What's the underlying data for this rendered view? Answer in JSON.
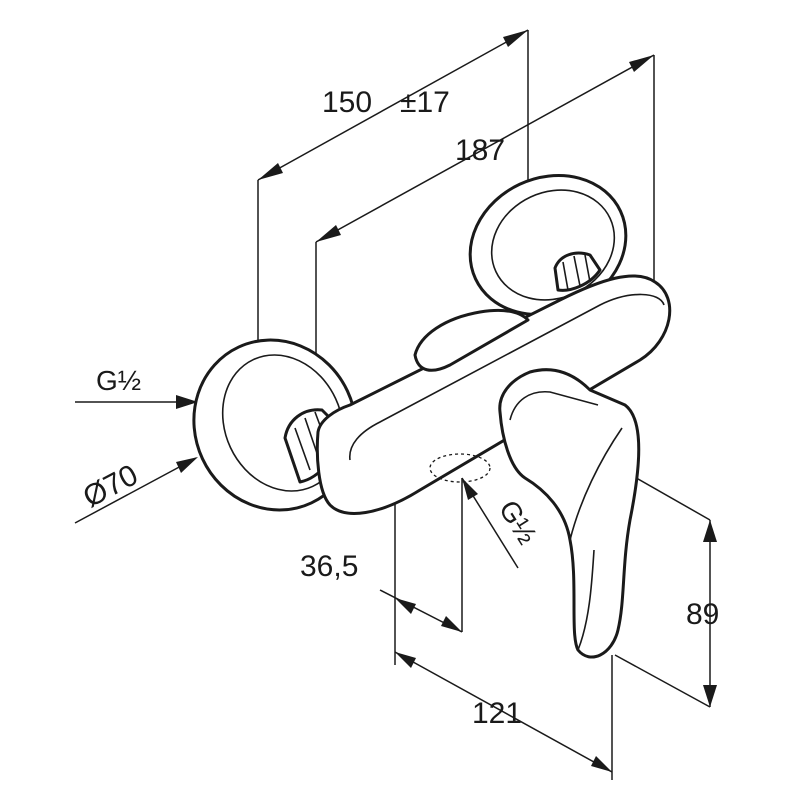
{
  "dimensions": {
    "connection_centres": "150",
    "connection_tolerance": "±17",
    "overall_width": "187",
    "inlet_thread": "G½",
    "rosette_diameter": "Ø70",
    "outlet_offset": "36,5",
    "outlet_thread": "G½",
    "projection": "121",
    "lever_height": "89"
  },
  "colors": {
    "line": "#1a1a1a",
    "background": "#ffffff"
  }
}
